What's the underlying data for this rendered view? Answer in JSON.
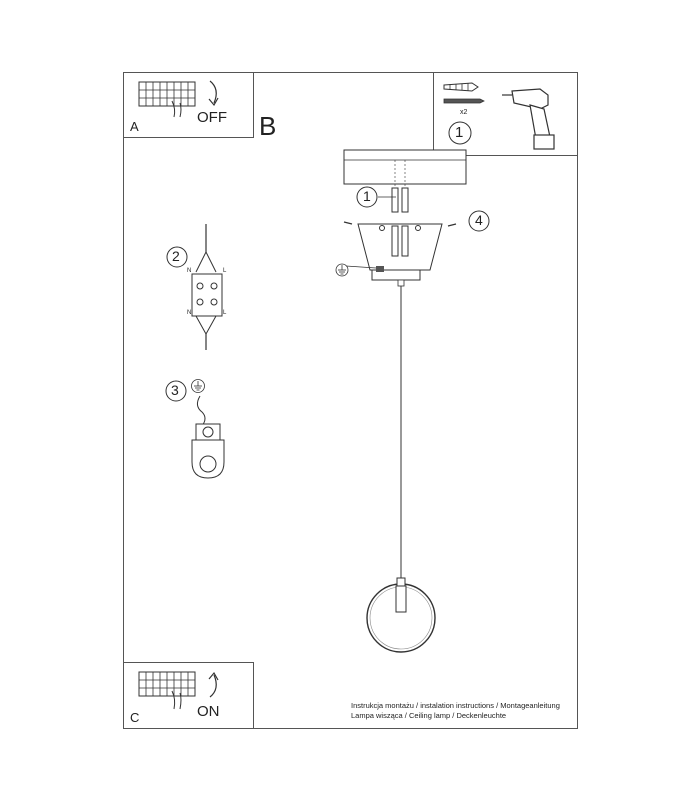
{
  "panels": {
    "a": {
      "letter": "A",
      "switch_label": "OFF"
    },
    "b": {
      "letter": "B"
    },
    "c": {
      "letter": "C",
      "switch_label": "ON"
    },
    "tools": {
      "step_number": "1",
      "anchor_count": "x2"
    }
  },
  "steps": {
    "screw_anchor": "1",
    "wire_connection": "2",
    "ground_connection": "3",
    "mounting_screw": "4"
  },
  "terminal_labels": {
    "neutral": "N",
    "live": "L"
  },
  "footer": {
    "line1": "Instrukcja montażu / instalation instructions / Montageanleitung",
    "line2": "Lampa wisząca / Ceiling lamp / Deckenleuchte"
  }
}
